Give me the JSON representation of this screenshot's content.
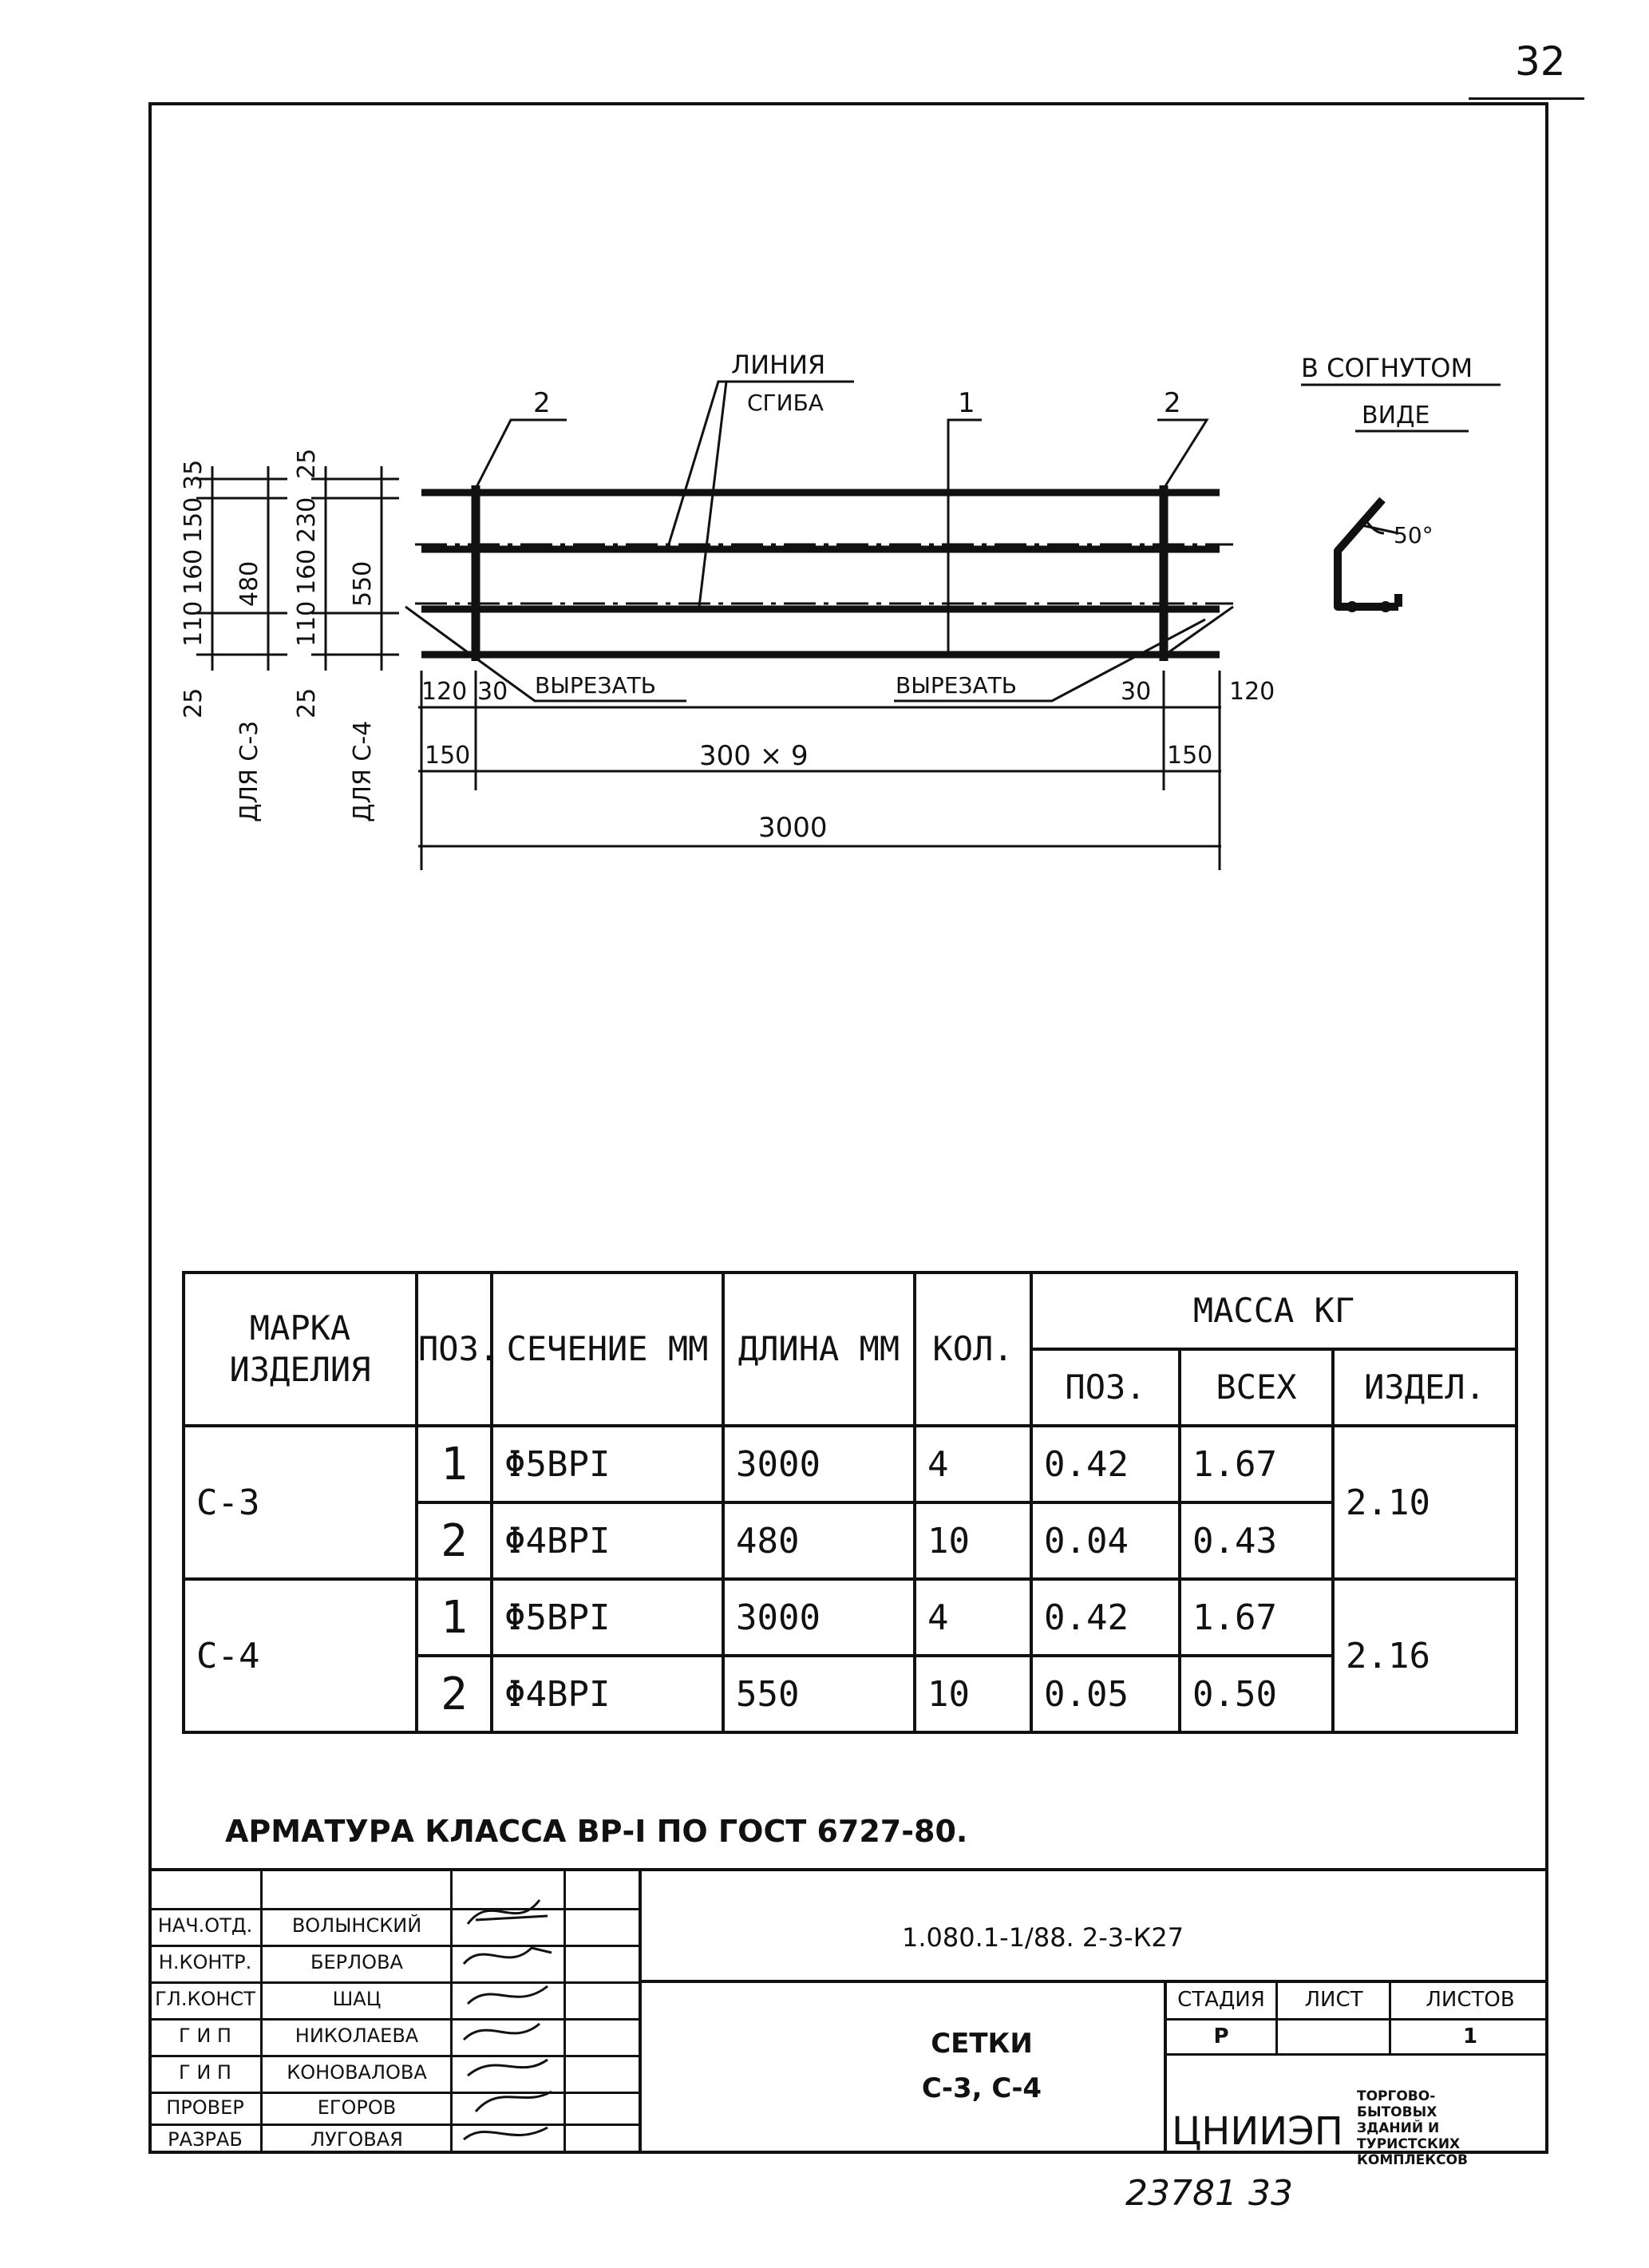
{
  "page_number": "32",
  "drawing": {
    "labels": {
      "bend_line_1": "ЛИНИЯ",
      "bend_line_2": "СГИБА",
      "bent_view_1": "В СОГНУТОМ",
      "bent_view_2": "ВИДЕ",
      "angle": "50°",
      "cut_left": "ВЫРЕЗАТЬ",
      "cut_right": "ВЫРЕЗАТЬ",
      "pos_1": "1",
      "pos_2_left": "2",
      "pos_2_right": "2"
    },
    "dims_c3": [
      "25",
      "110",
      "160",
      "150",
      "35"
    ],
    "total_c3": "480",
    "for_c3": "ДЛЯ С-3",
    "dims_c4": [
      "25",
      "110",
      "160",
      "230",
      "25"
    ],
    "total_c4": "550",
    "for_c4": "ДЛЯ С-4",
    "dim_120_left": "120",
    "dim_30_left": "30",
    "dim_30_right": "30",
    "dim_120_right": "120",
    "dim_150_left": "150",
    "dim_spacing": "300 × 9",
    "dim_150_right": "150",
    "dim_total": "3000"
  },
  "table": {
    "headers": {
      "mark": "МАРКА ИЗДЕЛИЯ",
      "pos": "ПОЗ.",
      "section": "СЕЧЕНИЕ ММ",
      "length": "ДЛИНА ММ",
      "qty": "КОЛ.",
      "mass": "МАССА КГ",
      "mass_pos": "ПОЗ.",
      "mass_all": "ВСЕХ",
      "mass_item": "ИЗДЕЛ."
    },
    "rows": [
      {
        "mark": "С-3",
        "pos": "1",
        "section": "Φ5ВРI",
        "length": "3000",
        "qty": "4",
        "mass_pos": "0.42",
        "mass_all": "1.67",
        "mass_item": "2.10"
      },
      {
        "pos": "2",
        "section": "Φ4ВРI",
        "length": "480",
        "qty": "10",
        "mass_pos": "0.04",
        "mass_all": "0.43"
      },
      {
        "mark": "С-4",
        "pos": "1",
        "section": "Φ5ВРI",
        "length": "3000",
        "qty": "4",
        "mass_pos": "0.42",
        "mass_all": "1.67",
        "mass_item": "2.16"
      },
      {
        "pos": "2",
        "section": "Φ4ВРI",
        "length": "550",
        "qty": "10",
        "mass_pos": "0.05",
        "mass_all": "0.50"
      }
    ]
  },
  "note": "АРМАТУРА КЛАССА ВР-I ПО ГОСТ 6727-80.",
  "title_block": {
    "staff": [
      {
        "role": "НАЧ.ОТД.",
        "name": "ВОЛЫНСКИЙ"
      },
      {
        "role": "Н.КОНТР.",
        "name": "БЕРЛОВА"
      },
      {
        "role": "ГЛ.КОНСТ",
        "name": "ШАЦ"
      },
      {
        "role": "Г И П",
        "name": "НИКОЛАЕВА"
      },
      {
        "role": "Г И П",
        "name": "КОНОВАЛОВА"
      },
      {
        "role": "ПРОВЕР",
        "name": "ЕГОРОВ"
      },
      {
        "role": "РАЗРАБ",
        "name": "ЛУГОВАЯ"
      }
    ],
    "code": "1.080.1-1/88. 2-3-К27",
    "title_1": "СЕТКИ",
    "title_2": "С-3, С-4",
    "stage_label": "СТАДИЯ",
    "sheet_label": "ЛИСТ",
    "sheets_label": "ЛИСТОВ",
    "stage": "Р",
    "sheet": "",
    "sheets": "1",
    "org": "ЦНИИЭП",
    "org_sub": [
      "ТОРГОВО-",
      "БЫТОВЫХ",
      "ЗДАНИЙ И",
      "ТУРИСТСКИХ",
      "КОМПЛЕКСОВ"
    ]
  },
  "inventory": "23781  33"
}
